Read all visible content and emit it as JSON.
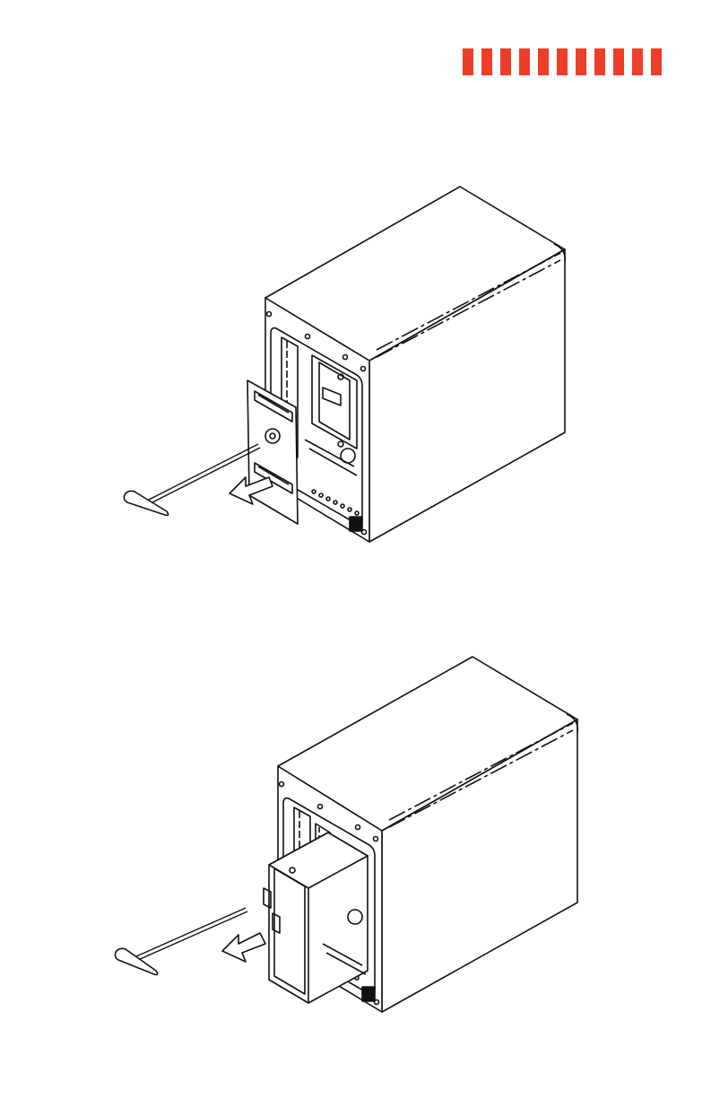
{
  "header": {
    "stripe_count": 11,
    "accent_color": "#ee3d29"
  },
  "figures": [
    {
      "name": "step-remove-panel",
      "icons": [
        "nas-enclosure-icon",
        "front-panel-icon",
        "hex-key-icon",
        "arrow-left-icon"
      ]
    },
    {
      "name": "step-pull-drive-tray",
      "icons": [
        "nas-enclosure-icon",
        "drive-tray-icon",
        "hex-key-icon",
        "arrow-left-icon"
      ]
    }
  ],
  "colors": {
    "line": "#111111",
    "fill": "#ffffff"
  }
}
